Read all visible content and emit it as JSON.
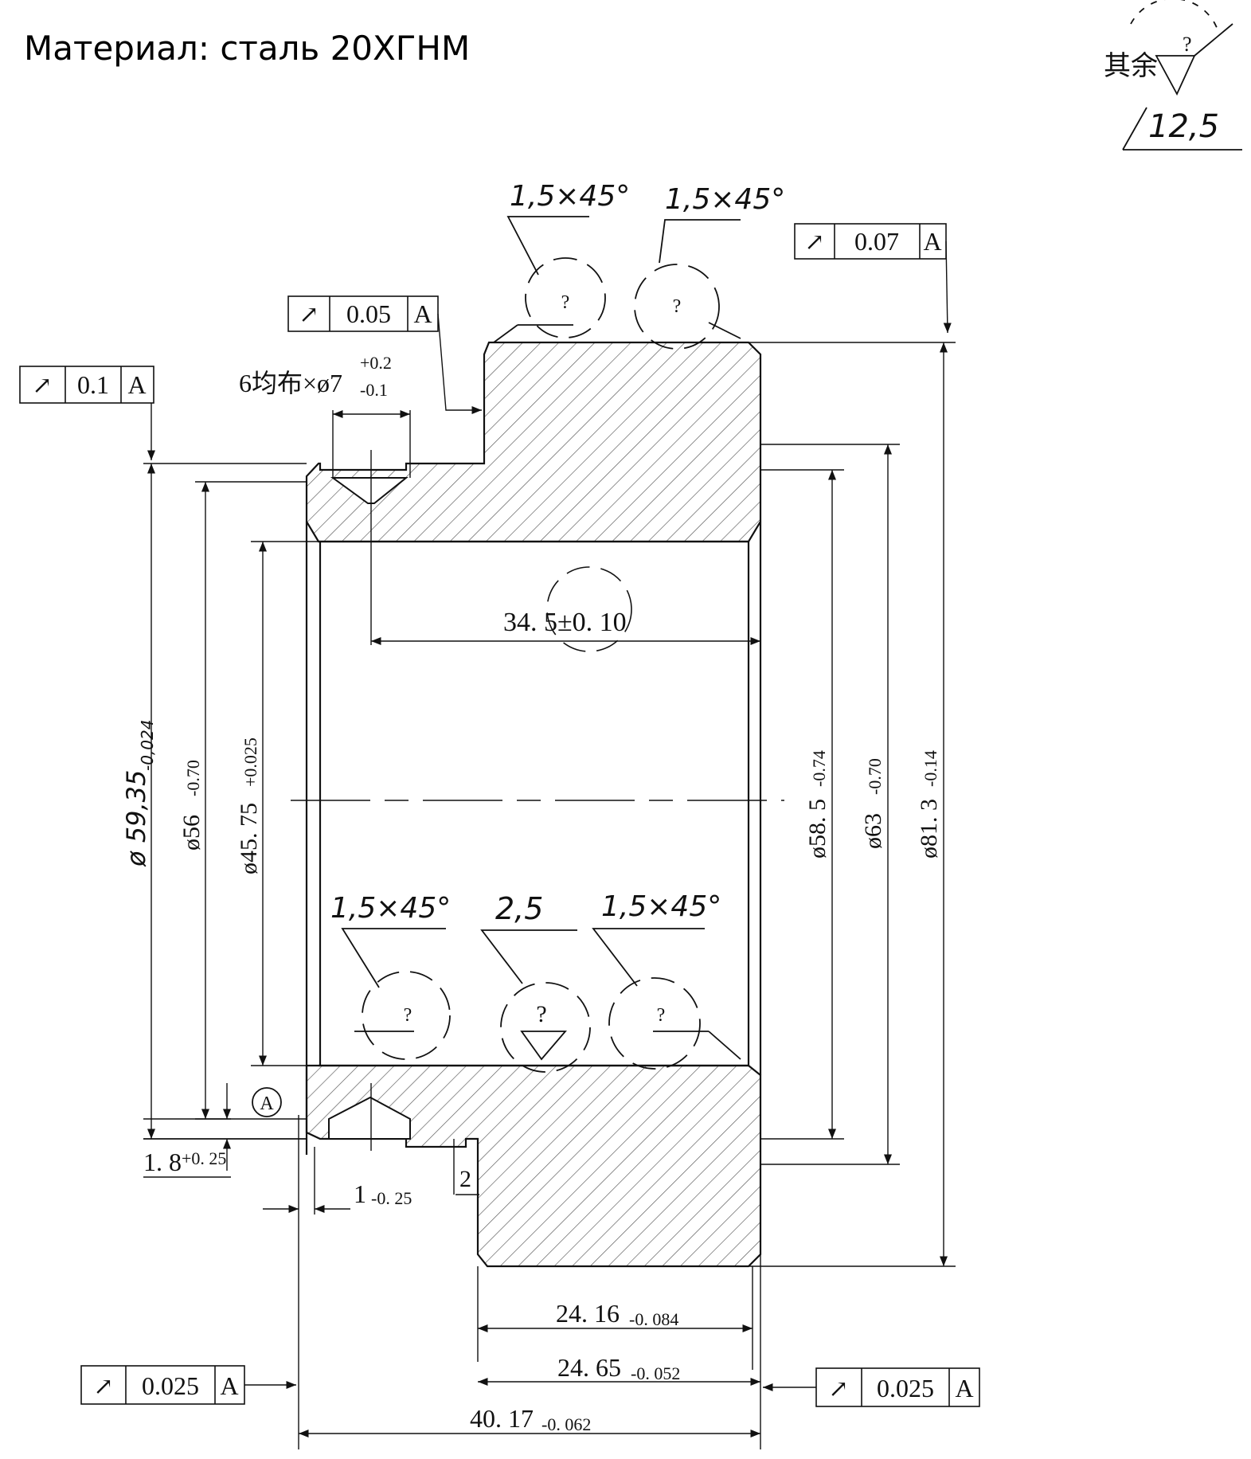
{
  "title": "Материал: сталь 20ХГНМ",
  "surface_finish": {
    "prefix": "其余",
    "symbol": "?",
    "value": "12,5"
  },
  "tolerance_frames": [
    {
      "id": "tf-top-right",
      "symbol": "↗",
      "value": "0.07",
      "datum": "A"
    },
    {
      "id": "tf-mid",
      "symbol": "↗",
      "value": "0.05",
      "datum": "A"
    },
    {
      "id": "tf-left",
      "symbol": "↗",
      "value": "0.1",
      "datum": "A"
    },
    {
      "id": "tf-bottom-left",
      "symbol": "↗",
      "value": "0.025",
      "datum": "A"
    },
    {
      "id": "tf-bottom-right",
      "symbol": "↗",
      "value": "0.025",
      "datum": "A"
    }
  ],
  "chamfers": {
    "top_left": "1,5×45°",
    "top_right": "1,5×45°",
    "bottom_left": "1,5×45°",
    "bottom_mid": "2,5",
    "bottom_right": "1,5×45°"
  },
  "roughness_mark": "?",
  "holes": {
    "label": "6均布×ø7",
    "tol_upper": "+0.2",
    "tol_lower": "-0.1"
  },
  "dimensions": {
    "d_59_35": {
      "value": "ø 59,35",
      "tol": "-0,024"
    },
    "d_56": {
      "value": "ø56",
      "tol": "-0.70"
    },
    "d_45_75": {
      "value": "ø45. 75",
      "tol": "+0.025"
    },
    "d_58_5": {
      "value": "ø58. 5",
      "tol": "-0.74"
    },
    "d_63": {
      "value": "ø63",
      "tol": "-0.70"
    },
    "d_81_3": {
      "value": "ø81. 3",
      "tol": "-0.14"
    },
    "len_34_5": {
      "value": "34. 5±0. 10"
    },
    "len_1_8": {
      "value": "1. 8",
      "tol": "+0. 25"
    },
    "len_1": {
      "value": "1",
      "tol": "-0. 25"
    },
    "len_2": {
      "value": "2"
    },
    "len_24_16": {
      "value": "24. 16",
      "tol": "-0. 084"
    },
    "len_24_65": {
      "value": "24. 65",
      "tol": "-0. 052"
    },
    "len_40_17": {
      "value": "40. 17",
      "tol": "-0. 062"
    }
  },
  "datum": "A"
}
